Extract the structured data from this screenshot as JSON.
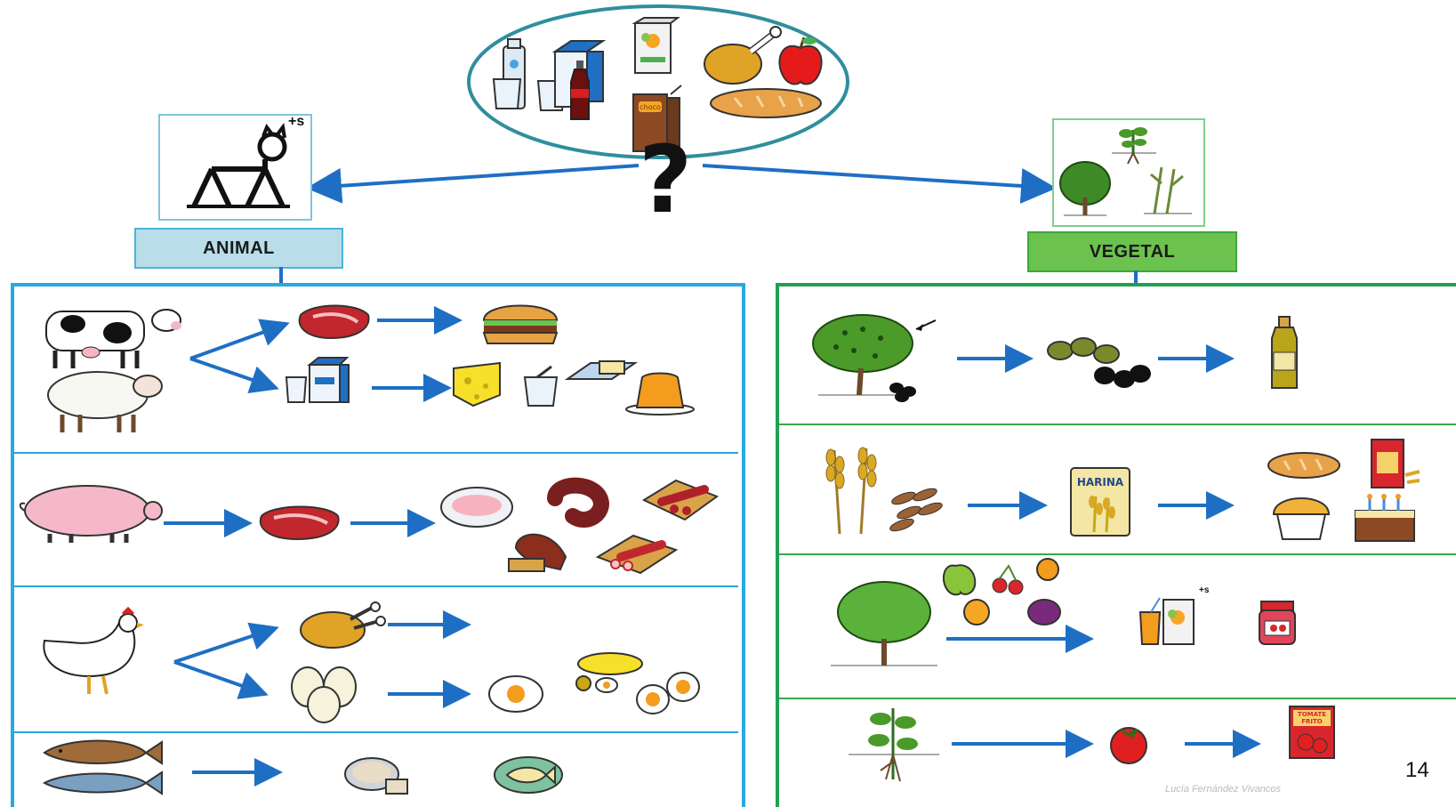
{
  "labels": {
    "animal": "ANIMAL",
    "vegetal": "VEGETAL"
  },
  "question_mark": "?",
  "plural_marker": "+s",
  "harina_label": "HARINA",
  "choco_label": "choco",
  "tomate_label_1": "TOMATE",
  "tomate_label_2": "FRITO",
  "page_number": "14",
  "author": "Lucía Fernández Vivancos",
  "colors": {
    "animal_border": "#29a9e0",
    "animal_label_fill": "#b9dde9",
    "vegetal_border": "#21a150",
    "vegetal_label_fill": "#6cc24e",
    "arrow": "#1e6fc4",
    "ellipse": "#2f8e9e"
  },
  "icons": {
    "top": [
      "milk-bottle-icon",
      "glass-of-water-icon",
      "milk-carton-icon",
      "cola-bottle-icon",
      "juice-box-icon",
      "chocolate-milk-box-icon",
      "chicken-leg-icon",
      "apple-icon",
      "bread-icon"
    ],
    "animal_rows": [
      [
        "cow-icon",
        "sheep-icon",
        "meat-steak-icon",
        "hamburger-icon",
        "milk-icon",
        "cheese-icon",
        "yogurt-icon",
        "butter-icon",
        "flan-icon"
      ],
      [
        "pig-icon",
        "meat-steak-icon",
        "ham-slices-icon",
        "sausage-icon",
        "chorizo-icon",
        "ham-leg-icon",
        "salami-icon"
      ],
      [
        "hen-icon",
        "roast-chicken-icon",
        "eggs-icon",
        "fried-egg-icon",
        "tortilla-icon",
        "boiled-eggs-icon"
      ],
      [
        "trout-icon",
        "sardine-icon",
        "canned-tuna-icon",
        "fish-dish-icon"
      ]
    ],
    "vegetal_rows": [
      [
        "olive-tree-icon",
        "olives-icon",
        "olive-oil-icon"
      ],
      [
        "wheat-icon",
        "grain-icon",
        "flour-bag-icon",
        "bread-icon",
        "pasta-icon",
        "muffin-icon",
        "birthday-cake-icon"
      ],
      [
        "fruit-tree-icon",
        "fruits-icon",
        "juice-icon",
        "jam-jar-icon"
      ],
      [
        "tomato-plant-icon",
        "tomato-icon",
        "tomato-sauce-icon"
      ]
    ]
  }
}
